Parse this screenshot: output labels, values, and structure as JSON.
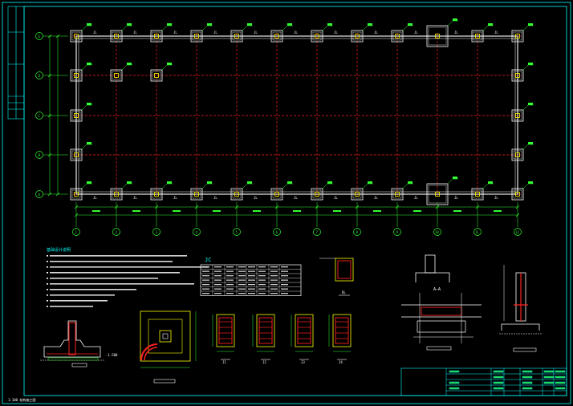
{
  "drawing": {
    "colors": {
      "background": "#000000",
      "border": "#00ffff",
      "axis": "#ff2020",
      "beam": "#ffffff",
      "dimension": "#33ff33",
      "column": "#ffff00",
      "annotation": "#00ffff"
    },
    "plan": {
      "column_axis_labels": [
        "1",
        "2",
        "3",
        "4",
        "5",
        "6",
        "7",
        "8",
        "9",
        "10",
        "11",
        "12"
      ],
      "row_axis_labels": [
        "E",
        "D",
        "C",
        "B",
        "A"
      ],
      "note_title": "基础设计说明",
      "schedule_title": "JC"
    },
    "details": {
      "section_aa": "A—A",
      "detail_tags": [
        "J1",
        "J2",
        "J3",
        "J4",
        "DL"
      ],
      "elev_tag": "-1.500"
    },
    "footer_left": "1:100  结构施工图"
  }
}
